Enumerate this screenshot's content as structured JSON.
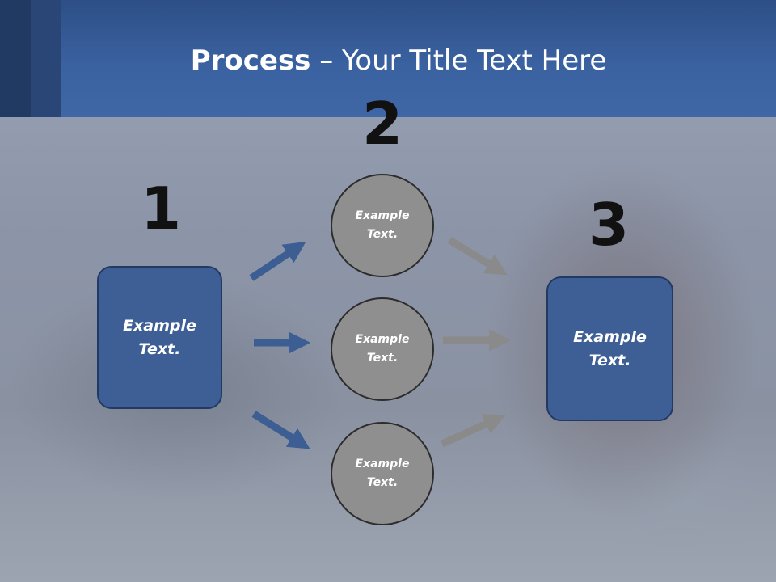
{
  "slide": {
    "title_bold": "Process",
    "title_rest": " – Your Title Text Here"
  },
  "steps": {
    "one": {
      "number": "1",
      "text": "Example Text."
    },
    "two": {
      "number": "2",
      "circles": [
        "Example Text.",
        "Example Text.",
        "Example Text."
      ]
    },
    "three": {
      "number": "3",
      "text": "Example Text."
    }
  },
  "colors": {
    "header": "#3a61a0",
    "box_fill": "#3e5f95",
    "circle_fill": "#8f8f8f",
    "blue_arrow": "#3d5e93",
    "gray_arrow": "#8a8a8a"
  }
}
